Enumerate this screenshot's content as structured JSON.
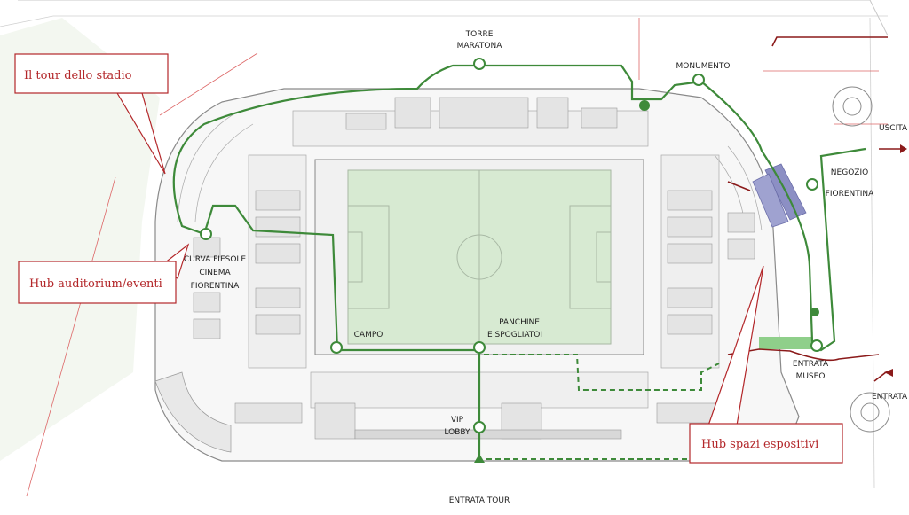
{
  "labels": {
    "torre_1": "TORRE",
    "torre_2": "MARATONA",
    "monumento": "MONUMENTO",
    "uscita": "USCITA",
    "negozio_1": "NEGOZIO",
    "negozio_2": "FIORENTINA",
    "curva_1": "CURVA FIESOLE",
    "curva_2": "CINEMA",
    "curva_3": "FIORENTINA",
    "campo": "CAMPO",
    "panchine_1": "PANCHINE",
    "panchine_2": "E SPOGLIATOI",
    "entrata_museo_1": "ENTRATA",
    "entrata_museo_2": "MUSEO",
    "entrata": "ENTRATA",
    "vip_1": "VIP",
    "vip_2": "LOBBY",
    "entrata_tour": "ENTRATA TOUR"
  },
  "callouts": {
    "tour": "Il tour dello stadio",
    "auditorium": "Hub auditorium/eventi",
    "espositivi": "Hub spazi espositivi"
  },
  "colors": {
    "route": "#3e8a3a",
    "callout": "#b3272a",
    "pitch": "#d7ead2",
    "exhibition": "#8c8fc4",
    "plan_line": "#9a9a9a"
  }
}
